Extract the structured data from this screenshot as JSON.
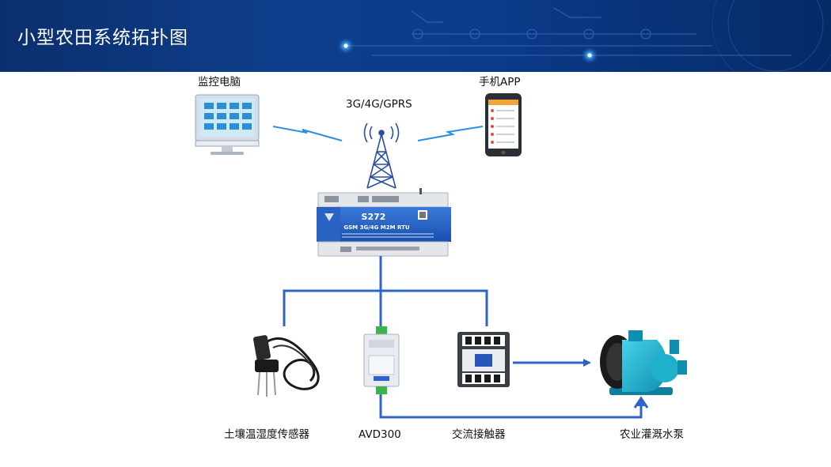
{
  "header": {
    "title": "小型农田系统拓扑图"
  },
  "nodes": {
    "monitor_pc": "监控电脑",
    "network": "3G/4G/GPRS",
    "mobile_app": "手机APP",
    "soil_sensor": "土壤温湿度传感器",
    "avd300": "AVD300",
    "contactor": "交流接触器",
    "pump": "农业灌溉水泵"
  },
  "device": {
    "model": "S272",
    "subtitle": "GSM 3G/4G M2M RTU"
  },
  "colors": {
    "header_bg": "#0b3680",
    "link_line": "#2f63c9",
    "wireless": "#2a8fe0"
  }
}
